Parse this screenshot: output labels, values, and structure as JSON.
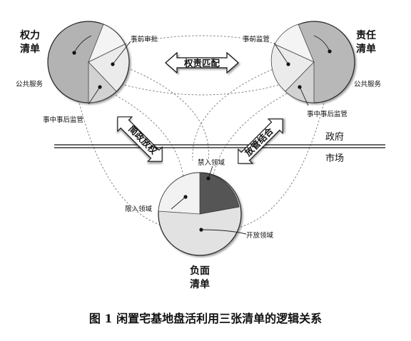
{
  "power_list": {
    "title_line1": "权力",
    "title_line2": "清单",
    "labels": {
      "pre_approval": "事前审批",
      "public_service": "公共服务",
      "mid_post_supervision": "事中事后监管"
    }
  },
  "responsibility_list": {
    "title_line1": "责任",
    "title_line2": "清单",
    "labels": {
      "pre_supervision": "事前监管",
      "public_service": "公共服务",
      "mid_post_supervision": "事中事后监管"
    }
  },
  "negative_list": {
    "title_line1": "负面",
    "title_line2": "清单",
    "labels": {
      "prohibited": "禁入领域",
      "restricted": "限入领域",
      "open": "开放领域"
    }
  },
  "arrows": {
    "match": "权责匹配",
    "simplify": "简政放权",
    "combine": "放管结合"
  },
  "divider": {
    "government": "政府",
    "market": "市场"
  },
  "caption": "图 1 闲置宅基地盘活利用三张清单的逻辑关系"
}
